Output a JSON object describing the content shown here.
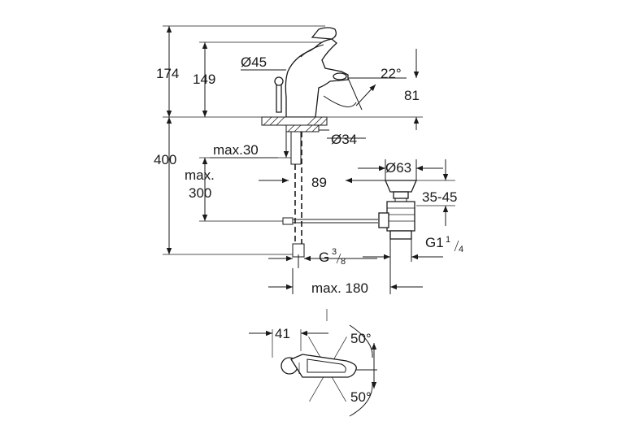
{
  "dimensions": {
    "d174": "174",
    "d149": "149",
    "d45": "Ø45",
    "d22": "22°",
    "d81": "81",
    "d400": "400",
    "max30": "max.30",
    "d34": "Ø34",
    "max300_line1": "max.",
    "max300_line2": "300",
    "d89": "89",
    "d63": "Ø63",
    "d3545": "35-45",
    "g38_main": "G",
    "g38_num": "3",
    "g38_den": "8",
    "g114_main": "G1",
    "g114_num": "1",
    "g114_den": "4",
    "max180": "max. 180",
    "d41": "41",
    "a50_top": "50°",
    "a50_bottom": "50°"
  }
}
